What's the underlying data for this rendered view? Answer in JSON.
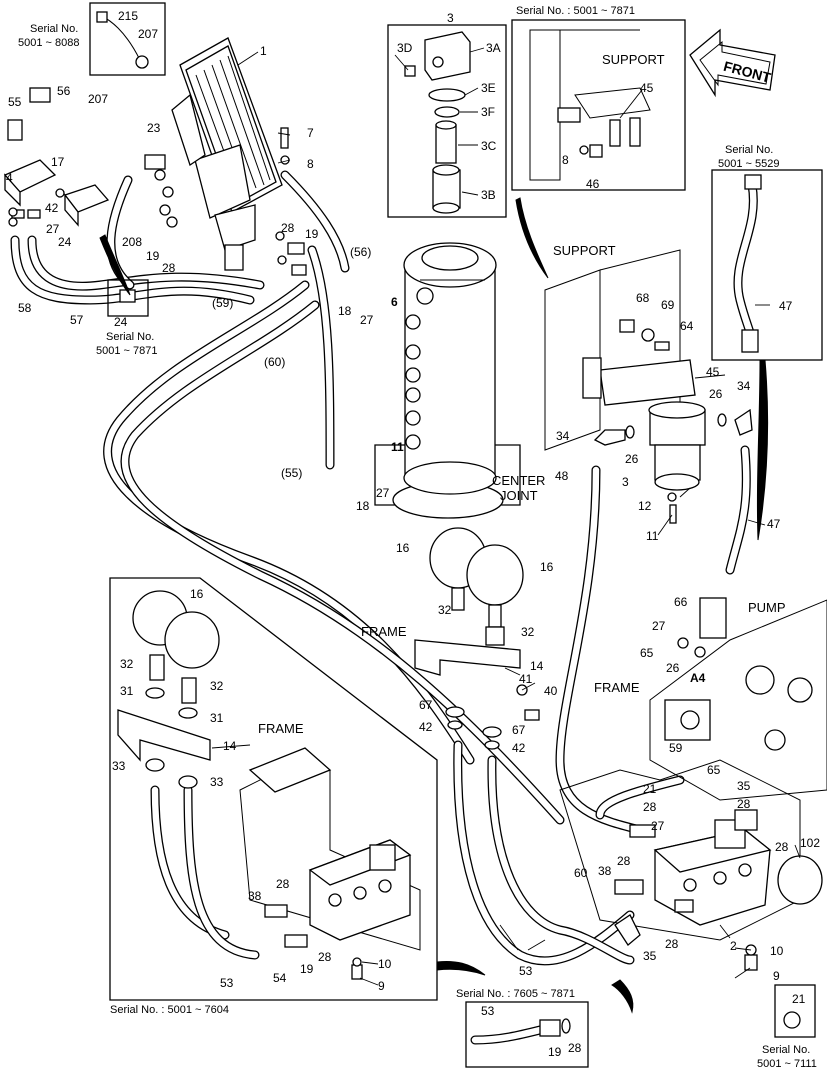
{
  "serials": {
    "s_8088_a": "Serial No.",
    "s_8088_b": "5001 ~ 8088",
    "s_7871_top": "Serial No. : 5001 ~ 7871",
    "s_5529_a": "Serial No.",
    "s_5529_b": "5001 ~ 5529",
    "s_7871_a": "Serial No.",
    "s_7871_b": "5001 ~ 7871",
    "s_7604": "Serial No. : 5001 ~ 7604",
    "s_7605": "Serial No. : 7605 ~ 7871",
    "s_7111_a": "Serial No.",
    "s_7111_b": "5001 ~ 7111"
  },
  "labels": {
    "support_top": "SUPPORT",
    "support_mid": "SUPPORT",
    "front": "FRONT",
    "center_a": "CENTER",
    "center_b": "JOINT",
    "frame_mid": "FRAME",
    "frame_left": "FRAME",
    "frame_right": "FRAME",
    "pump": "PUMP",
    "a4": "A4"
  },
  "callouts": {
    "c1": "1",
    "c3": "3",
    "c3a": "3A",
    "c3d": "3D",
    "c3e": "3E",
    "c3f": "3F",
    "c3c": "3C",
    "c3b": "3B",
    "c7": "7",
    "c8a": "8",
    "c215": "215",
    "c207a": "207",
    "c207b": "207",
    "c55": "55",
    "c56": "56",
    "c56p": "(56)",
    "c23": "23",
    "c17": "17",
    "c4": "4",
    "c42a": "42",
    "c27a": "27",
    "c24a": "24",
    "c24b": "24",
    "c208": "208",
    "c19a": "19",
    "c28a": "28",
    "c19b": "19",
    "c28b": "28",
    "c58": "58",
    "c57": "57",
    "c59p": "(59)",
    "c60p": "(60)",
    "c55p": "(55)",
    "c18a": "18",
    "c27b": "27",
    "c6": "6",
    "c18b": "18",
    "c27c": "27",
    "c11a": "11",
    "c45a": "45",
    "c8b": "8",
    "c46": "46",
    "c47a": "47",
    "c47b": "47",
    "c68": "68",
    "c69": "69",
    "c64": "64",
    "c45b": "45",
    "c34a": "34",
    "c34b": "34",
    "c26a": "26",
    "c26b": "26",
    "c48": "48",
    "c3g": "3",
    "c12": "12",
    "c11b": "11",
    "c16a": "16",
    "c16b": "16",
    "c16c": "16",
    "c32a": "32",
    "c32b": "32",
    "c32c": "32",
    "c32d": "32",
    "c14a": "14",
    "c14b": "14",
    "c41": "41",
    "c40": "40",
    "c67a": "67",
    "c67b": "67",
    "c42b": "42",
    "c42c": "42",
    "c31a": "31",
    "c31b": "31",
    "c33a": "33",
    "c33b": "33",
    "c66": "66",
    "c27d": "27",
    "c65a": "65",
    "c26c": "26",
    "c59": "59",
    "c65b": "65",
    "c35a": "35",
    "c21a": "21",
    "c28c": "28",
    "c28d": "28",
    "c27e": "27",
    "c28e": "28",
    "c38a": "38",
    "c60": "60",
    "c28f": "28",
    "c102": "102",
    "c2": "2",
    "c10a": "10",
    "c9a": "9",
    "c35b": "35",
    "c28g": "28",
    "c53a": "53",
    "c53b": "53",
    "c53c": "53",
    "c19c": "19",
    "c28h": "28",
    "c21b": "21",
    "c38b": "38",
    "c28i": "28",
    "c54": "54",
    "c19d": "19",
    "c28j": "28",
    "c10b": "10",
    "c9b": "9"
  }
}
